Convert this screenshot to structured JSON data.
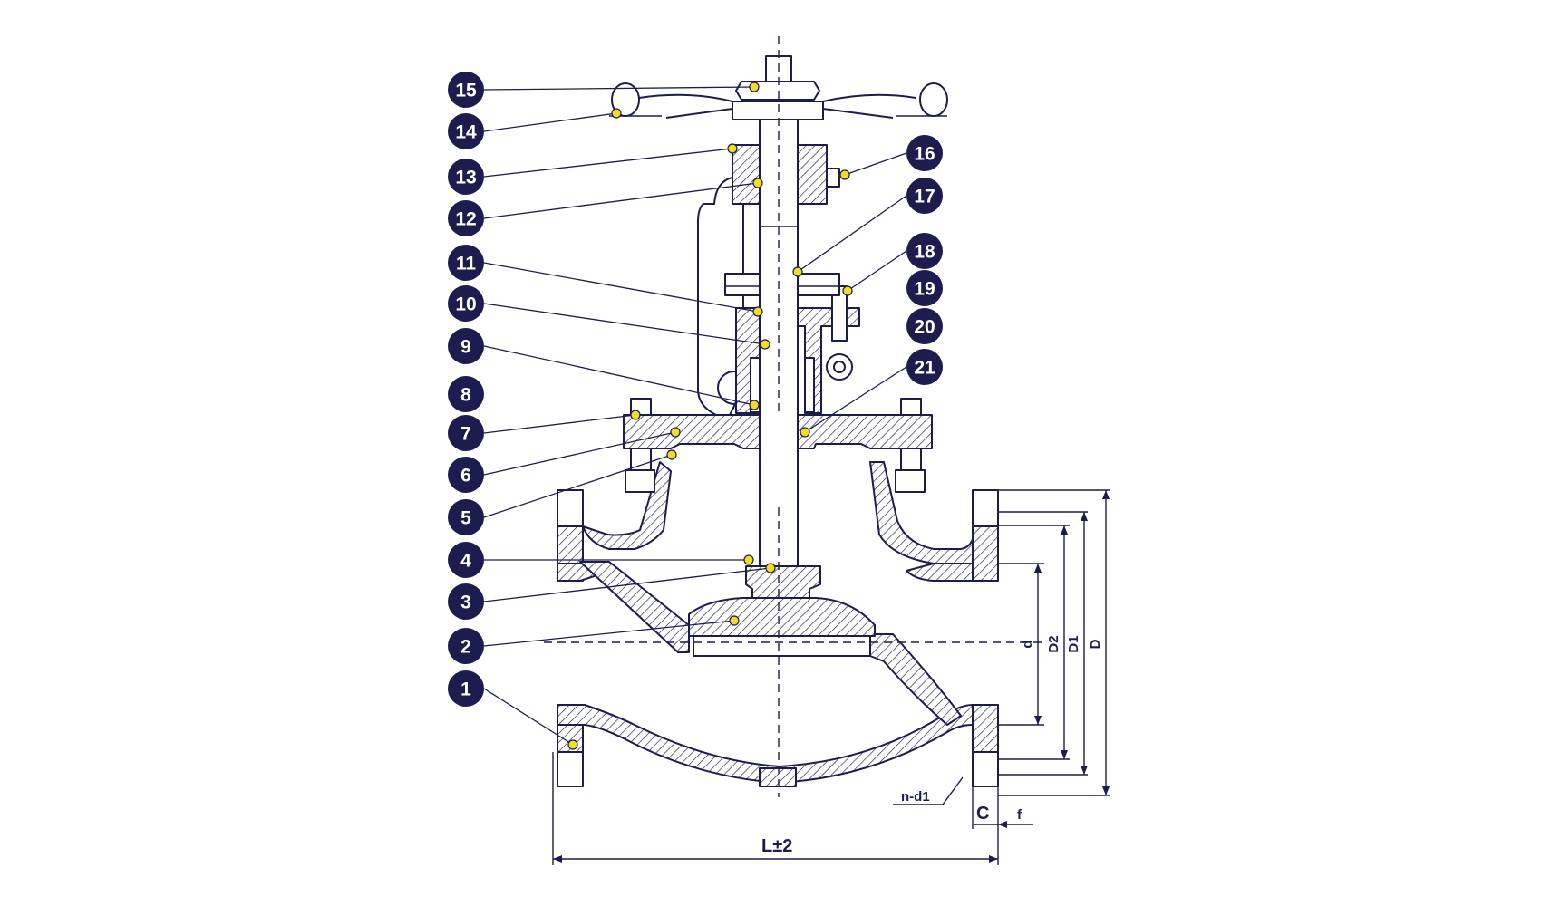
{
  "diagram": {
    "colors": {
      "line": "#1c1d4e",
      "badge": "#1c1d4e",
      "callout_dot": "#f2de1f",
      "background": "#ffffff"
    },
    "part_numbers": [
      "15",
      "14",
      "13",
      "12",
      "11",
      "10",
      "9",
      "8",
      "7",
      "6",
      "5",
      "4",
      "3",
      "2",
      "1",
      "16",
      "17",
      "18",
      "19",
      "20",
      "21"
    ],
    "dimension_labels": {
      "d": "d",
      "D2": "D2",
      "D1": "D1",
      "D": "D",
      "bolt_holes": "n-d1",
      "C": "C",
      "f": "f",
      "length": "L±2"
    }
  }
}
